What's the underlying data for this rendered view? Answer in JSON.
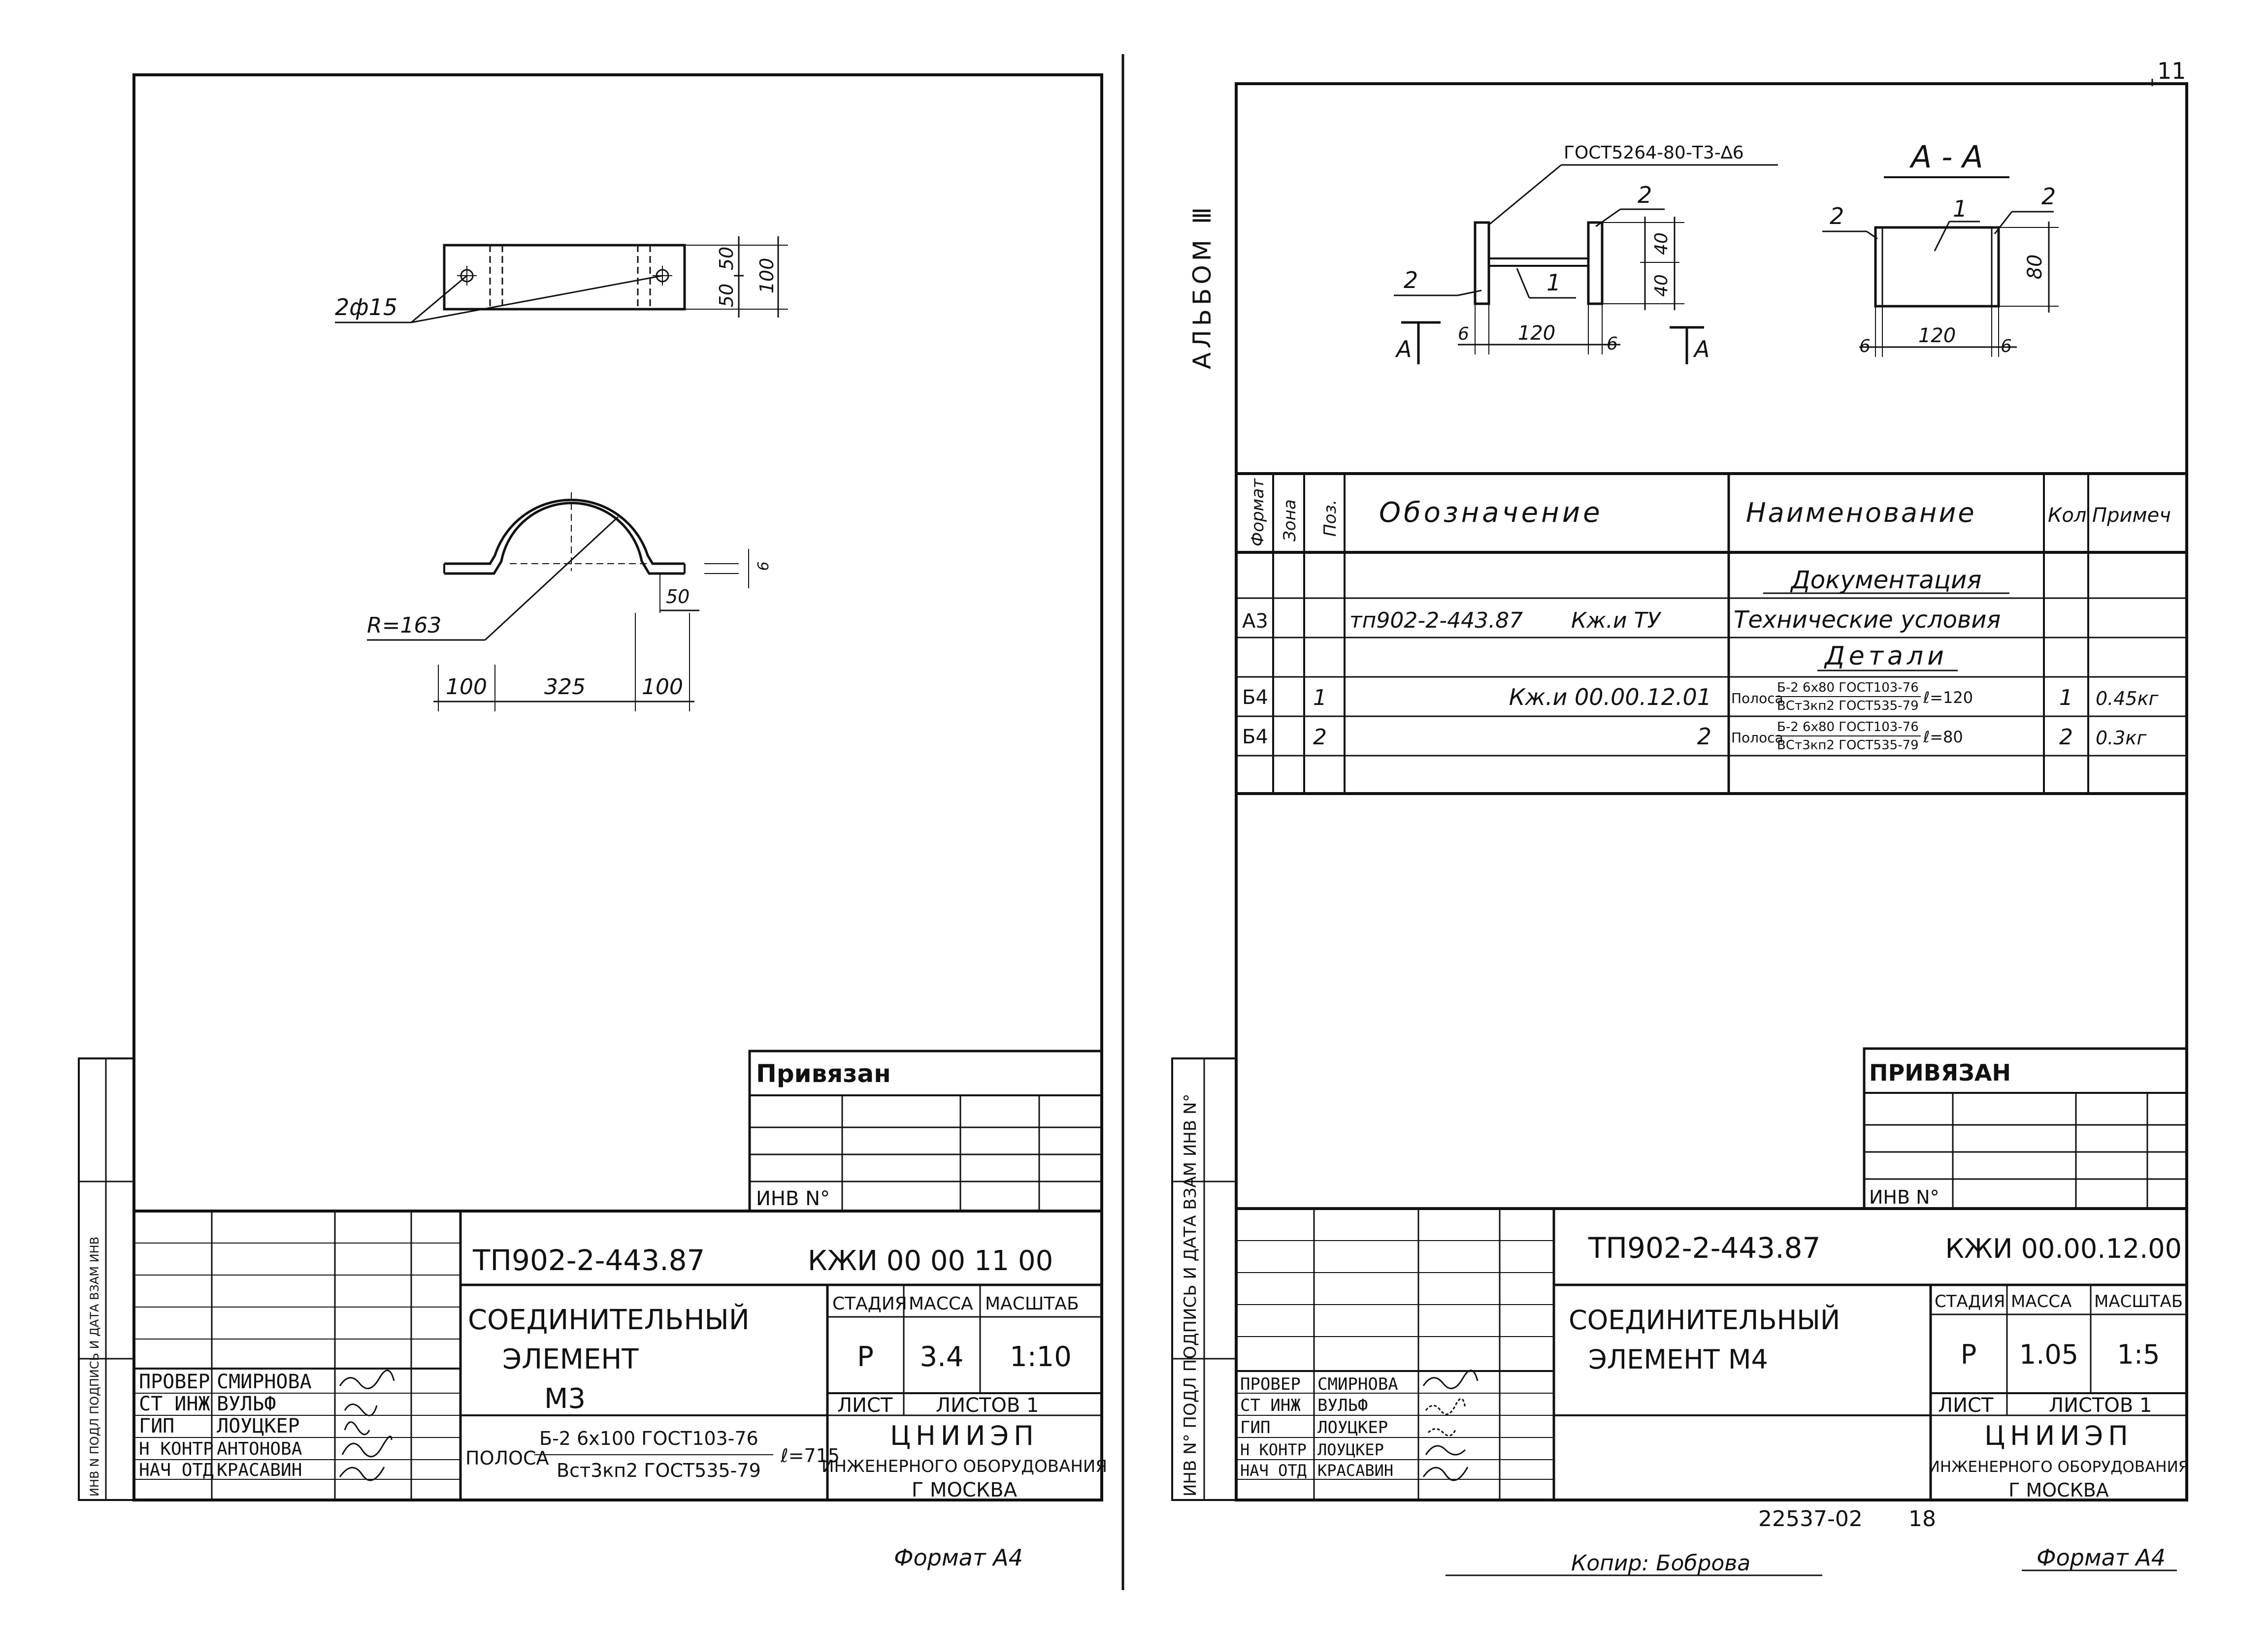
{
  "page_number": "11",
  "album_label": "АЛЬБОМ Ⅲ",
  "left_sheet": {
    "dims": {
      "holes": "2ф15",
      "top_50": "50",
      "bottom_50": "50",
      "height_100": "100",
      "radius": "R=163",
      "leg_50": "50",
      "thk": "6",
      "len_left": "100",
      "len_mid": "325",
      "len_right": "100"
    },
    "side_strip": "ИНВ N ПОДЛ  ПОДПИСЬ И ДАТА  ВЗАМ ИНВ",
    "stamp": {
      "privyazan": "Привязан",
      "inv_no": "ИНВ N°",
      "doc_code": "ТП902-2-443.87",
      "doc_number": "КЖИ 00 00 11 00",
      "title_line1": "СОЕДИНИТЕЛЬНЫЙ",
      "title_line2": "ЭЛЕМЕНТ",
      "title_line3": "М3",
      "stage_label": "СТАДИЯ",
      "mass_label": "МАССА",
      "scale_label": "МАСШТАБ",
      "stage": "Р",
      "mass": "3.4",
      "scale": "1:10",
      "sheet_label": "ЛИСТ",
      "sheets_label": "ЛИСТОВ 1",
      "org_line1": "ЦНИИЭП",
      "org_line2": "ИНЖЕНЕРНОГО ОБОРУДОВАНИЯ",
      "org_line3": "Г МОСКВА",
      "material_prefix": "ПОЛОСА",
      "material_top": "Б-2  6х100 ГОСТ103-76",
      "material_bottom": "Вст3кп2 ГОСТ535-79",
      "material_length": "ℓ=715",
      "roles": [
        {
          "role": "ПРОВЕР",
          "name": "СМИРНОВА"
        },
        {
          "role": "СТ ИНЖ",
          "name": "ВУЛЬФ"
        },
        {
          "role": "ГИП",
          "name": "ЛОУЦКЕР"
        },
        {
          "role": "Н КОНТР",
          "name": "АНТОНОВА"
        },
        {
          "role": "НАЧ ОТД",
          "name": "КРАСАВИН"
        }
      ]
    },
    "format": "Формат А4"
  },
  "right_sheet": {
    "drawing": {
      "weld_note": "ГОСТ5264-80-Т3-∆6",
      "section_title": "А - А",
      "cut_mark_left": "А",
      "cut_mark_right": "А",
      "pos_1": "1",
      "pos_2": "2",
      "dim_40_top": "40",
      "dim_40_bottom": "40",
      "dim_120": "120",
      "dim_6": "6",
      "dim_80": "80"
    },
    "spec": {
      "headers": {
        "format": "Формат",
        "zone": "Зона",
        "pos": "Поз.",
        "designation": "Обозначение",
        "name": "Наименование",
        "qty": "Кол",
        "note": "Примеч"
      },
      "section_docs": "Документация",
      "section_parts": "Детали",
      "rows": [
        {
          "format": "А3",
          "pos": "",
          "designation": "тп902-2-443.87",
          "designation2": "Кж.и ТУ",
          "name": "Технические условия",
          "qty": "",
          "note": ""
        },
        {
          "format": "Б4",
          "pos": "1",
          "designation": "Кж.и 00.00.12.01",
          "name_prefix": "Полоса",
          "name_top": "Б-2 6х80 ГОСТ103-76",
          "name_bottom": "ВСт3кп2 ГОСТ535-79",
          "name_len": "ℓ=120",
          "qty": "1",
          "note": "0.45кг"
        },
        {
          "format": "Б4",
          "pos": "2",
          "designation": "2",
          "name_prefix": "Полоса",
          "name_top": "Б-2 6х80 ГОСТ103-76",
          "name_bottom": "ВСт3кп2 ГОСТ535-79",
          "name_len": "ℓ=80",
          "qty": "2",
          "note": "0.3кг"
        }
      ]
    },
    "side_strip": "ИНВ N° ПОДЛ  ПОДПИСЬ И ДАТА  ВЗАМ ИНВ N°",
    "stamp": {
      "privyazan": "ПРИВЯЗАН",
      "inv_no": "ИНВ N°",
      "doc_code": "ТП902-2-443.87",
      "doc_number": "КЖИ 00.00.12.00",
      "title_line1": "СОЕДИНИТЕЛЬНЫЙ",
      "title_line2": "ЭЛЕМЕНТ М4",
      "stage_label": "СТАДИЯ",
      "mass_label": "МАССА",
      "scale_label": "МАСШТАБ",
      "stage": "Р",
      "mass": "1.05",
      "scale": "1:5",
      "sheet_label": "ЛИСТ",
      "sheets_label": "ЛИСТОВ 1",
      "org_line1": "ЦНИИЭП",
      "org_line2": "ИНЖЕНЕРНОГО ОБОРУДОВАНИЯ",
      "org_line3": "Г МОСКВА",
      "roles": [
        {
          "role": "ПРОВЕР",
          "name": "СМИРНОВА"
        },
        {
          "role": "СТ ИНЖ",
          "name": "ВУЛЬФ"
        },
        {
          "role": "ГИП",
          "name": "ЛОУЦКЕР"
        },
        {
          "role": "Н КОНТР",
          "name": "ЛОУЦКЕР"
        },
        {
          "role": "НАЧ ОТД",
          "name": "КРАСАВИН"
        }
      ]
    },
    "archive_number": "22537-02",
    "archive_sheet": "18",
    "copied_by": "Копир: Боброва",
    "format": "Формат А4"
  }
}
